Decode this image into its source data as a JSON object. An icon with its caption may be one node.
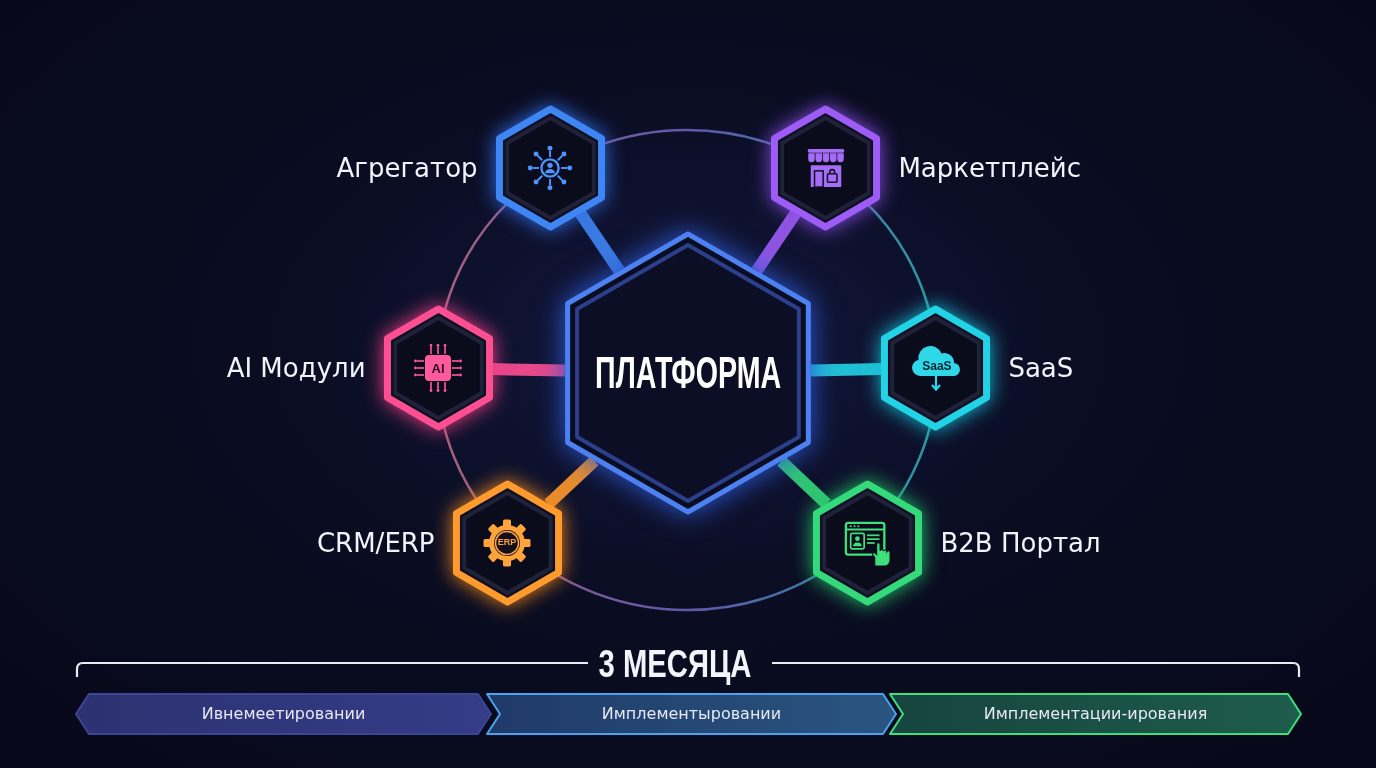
{
  "diagram": {
    "nodes": [
      {
        "text": [
          "Агрегатор"
        ]
      },
      {
        "text": [
          "Маркетплейс"
        ]
      },
      {
        "text": [
          "AI Модули",
          "AI"
        ]
      },
      {
        "text": [
          "ПЛАТФОРМА"
        ]
      },
      {
        "text": [
          "SaaS",
          "SaaS"
        ]
      },
      {
        "text": [
          "CRM/ERP",
          "ERP"
        ]
      },
      {
        "text": [
          "B2B Портал"
        ]
      },
      {
        "text": [
          "Ивнемеетировании"
        ]
      },
      {
        "text": [
          "Имплементыровании"
        ]
      },
      {
        "text": [
          "Имплементации-ирования"
        ]
      }
    ],
    "edges": [
      {
        "from": 3,
        "to": 0,
        "arrow": "none",
        "color": "#3f86f5"
      },
      {
        "from": 3,
        "to": 1,
        "arrow": "none",
        "color": "#9d5cf5"
      },
      {
        "from": 3,
        "to": 2,
        "arrow": "none",
        "color": "#ff4f93"
      },
      {
        "from": 3,
        "to": 4,
        "arrow": "none",
        "color": "#22d3e6"
      },
      {
        "from": 3,
        "to": 5,
        "arrow": "none",
        "color": "#ff9a2e"
      },
      {
        "from": 3,
        "to": 6,
        "arrow": "none",
        "color": "#34d97b"
      }
    ],
    "labels": [
      "3 МЕСЯЦА"
    ]
  }
}
